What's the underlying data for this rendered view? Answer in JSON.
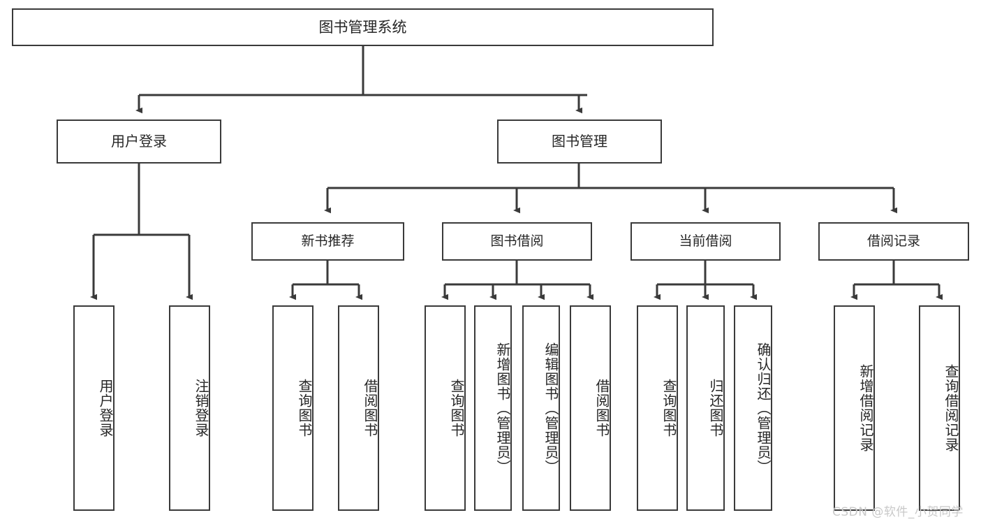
{
  "diagram": {
    "type": "tree-hierarchy-chart",
    "title": "图书管理系统",
    "watermark": "CSDN @软件_小贺同学",
    "colors": {
      "box_border": "#3a3a3a",
      "box_fill": "#ffffff",
      "connector": "#3a3a3a",
      "text": "#262626",
      "watermark": "#c9c9c9",
      "background": "#ffffff"
    },
    "root": {
      "label": "图书管理系统"
    },
    "level1": [
      {
        "label": "用户登录"
      },
      {
        "label": "图书管理"
      }
    ],
    "level2": [
      {
        "label": "新书推荐"
      },
      {
        "label": "图书借阅"
      },
      {
        "label": "当前借阅"
      },
      {
        "label": "借阅记录"
      }
    ],
    "leaves": {
      "user_login": [
        {
          "label": "用户登录"
        },
        {
          "label": "注销登录"
        }
      ],
      "new_book_recommend": [
        {
          "label": "查询图书"
        },
        {
          "label": "借阅图书"
        }
      ],
      "book_borrow": [
        {
          "label": "查询图书"
        },
        {
          "label": "新增图书（管理员）"
        },
        {
          "label": "编辑图书（管理员）"
        },
        {
          "label": "借阅图书"
        }
      ],
      "current_borrow": [
        {
          "label": "查询图书"
        },
        {
          "label": "归还图书"
        },
        {
          "label": "确认归还（管理员）"
        }
      ],
      "borrow_record": [
        {
          "label": "新增借阅记录"
        },
        {
          "label": "查询借阅记录"
        }
      ]
    }
  }
}
